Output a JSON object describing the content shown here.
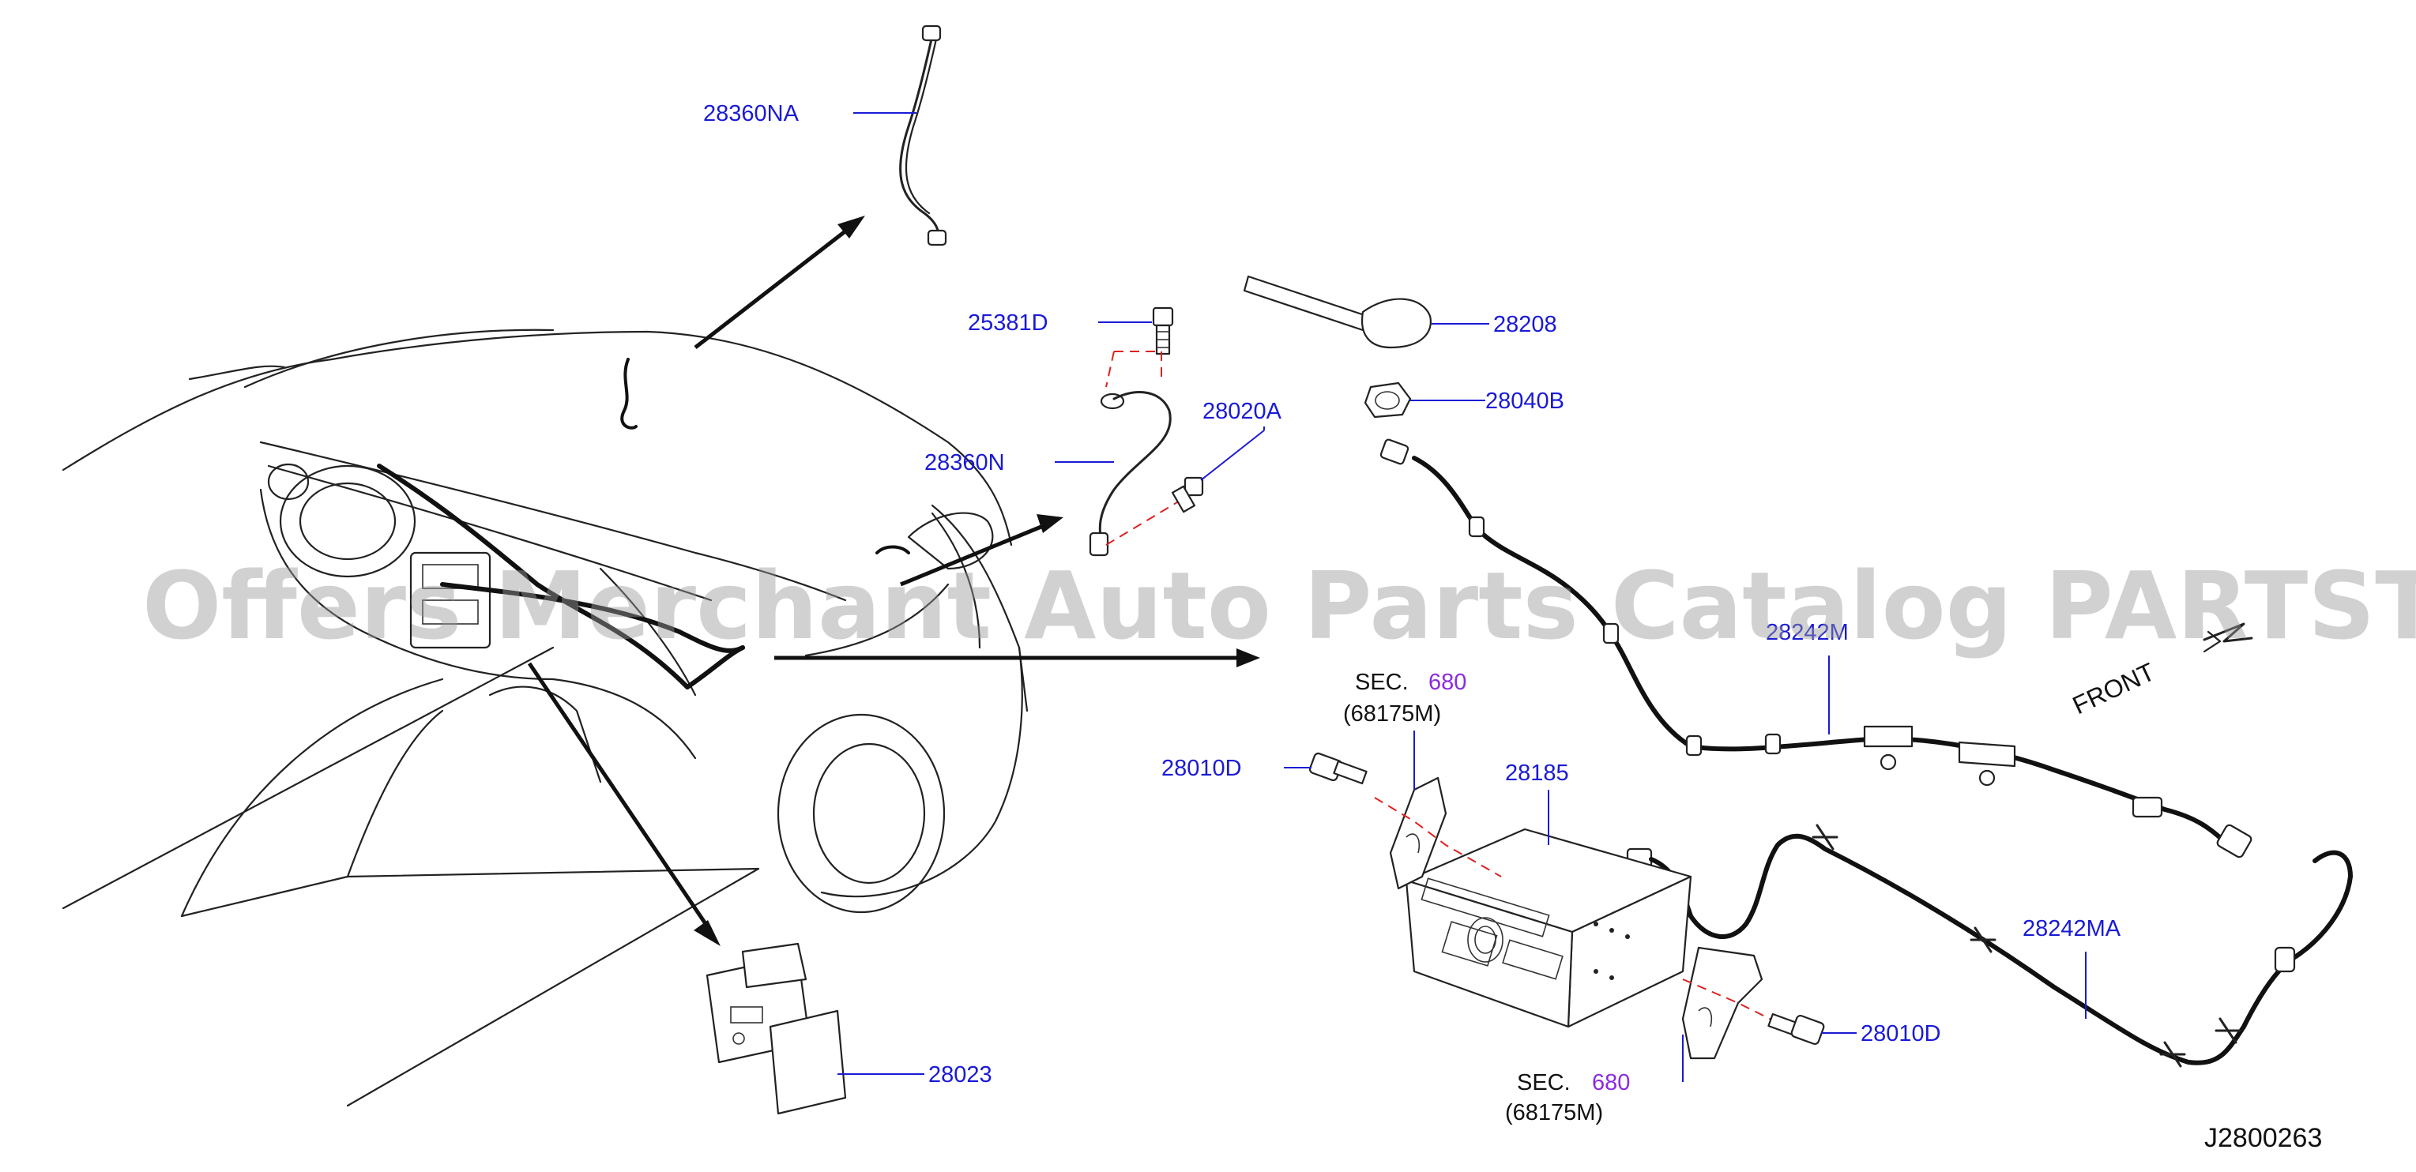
{
  "watermark": "Offers Merchant Auto Parts Catalog PARTSTORE.SA",
  "diagram_id": "J2800263",
  "front_label": "FRONT",
  "part_numbers": {
    "p28360NA": "28360NA",
    "p25381D": "25381D",
    "p28208": "28208",
    "p28040B": "28040B",
    "p28020A": "28020A",
    "p28360N": "28360N",
    "p28242M": "28242M",
    "p28010D_left": "28010D",
    "p28185": "28185",
    "p28242MA": "28242MA",
    "p28010D_right": "28010D",
    "p28023": "28023"
  },
  "section_refs": [
    {
      "prefix": "SEC.",
      "number": "680",
      "sub": "(68175M)"
    },
    {
      "prefix": "SEC.",
      "number": "680",
      "sub": "(68175M)"
    }
  ],
  "colors": {
    "part_label": "#1a1ad6",
    "section_number": "#8a2be2",
    "assembly_dash": "#e02020",
    "line_art": "#222222"
  }
}
